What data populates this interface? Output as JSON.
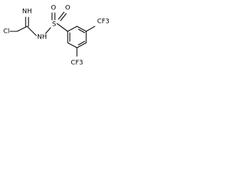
{
  "molecule": {
    "atoms": {
      "chlorine": "Cl",
      "imine_nh": "NH",
      "sulfonyl_s": "S",
      "sulfonyl_o_left": "O",
      "sulfonyl_o_right": "O",
      "amide_nh": "NH",
      "cf3_top": "CF3",
      "cf3_bottom": "CF3"
    },
    "colors": {
      "line": "#000000",
      "text": "#000000",
      "background": "#ffffff"
    }
  }
}
